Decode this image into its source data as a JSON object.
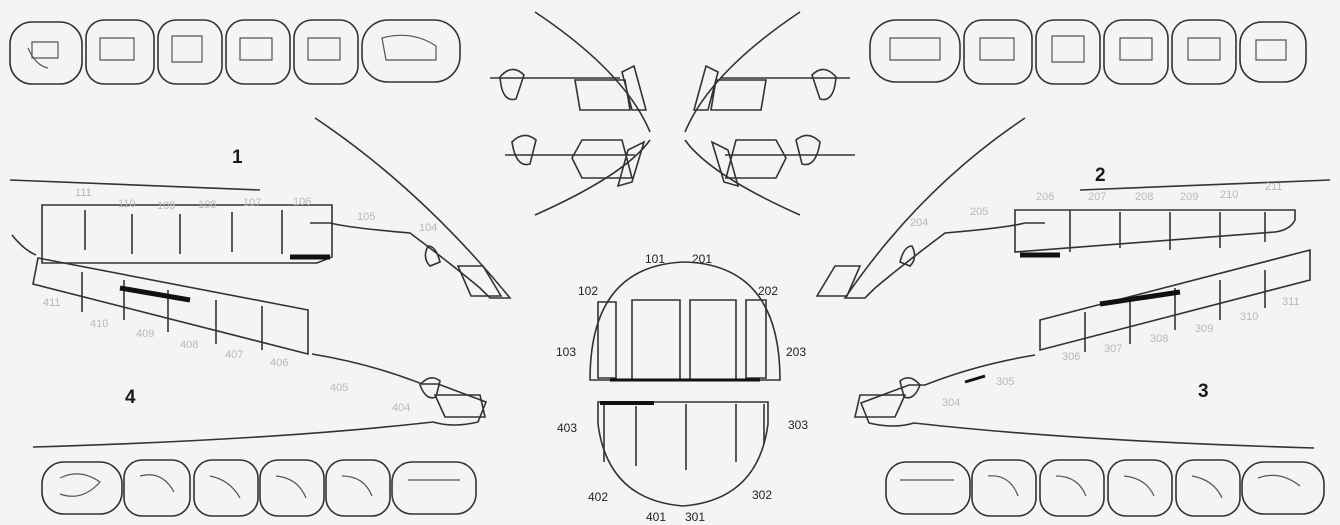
{
  "quadrant_numbers": {
    "q1": "1",
    "q2": "2",
    "q3": "3",
    "q4": "4"
  },
  "upper_right_lateral": [
    "111",
    "110",
    "109",
    "108",
    "107",
    "106",
    "105",
    "104"
  ],
  "upper_left_lateral": [
    "204",
    "205",
    "206",
    "207",
    "208",
    "209",
    "210",
    "211"
  ],
  "lower_right_lateral": [
    "411",
    "410",
    "409",
    "408",
    "407",
    "406",
    "405",
    "404"
  ],
  "lower_left_lateral": [
    "306",
    "307",
    "308",
    "309",
    "310",
    "311",
    "305",
    "304"
  ],
  "incisor_frontal": {
    "upper": [
      "101",
      "201",
      "102",
      "202",
      "103",
      "203"
    ],
    "lower": [
      "403",
      "303",
      "402",
      "302",
      "401",
      "301"
    ]
  }
}
